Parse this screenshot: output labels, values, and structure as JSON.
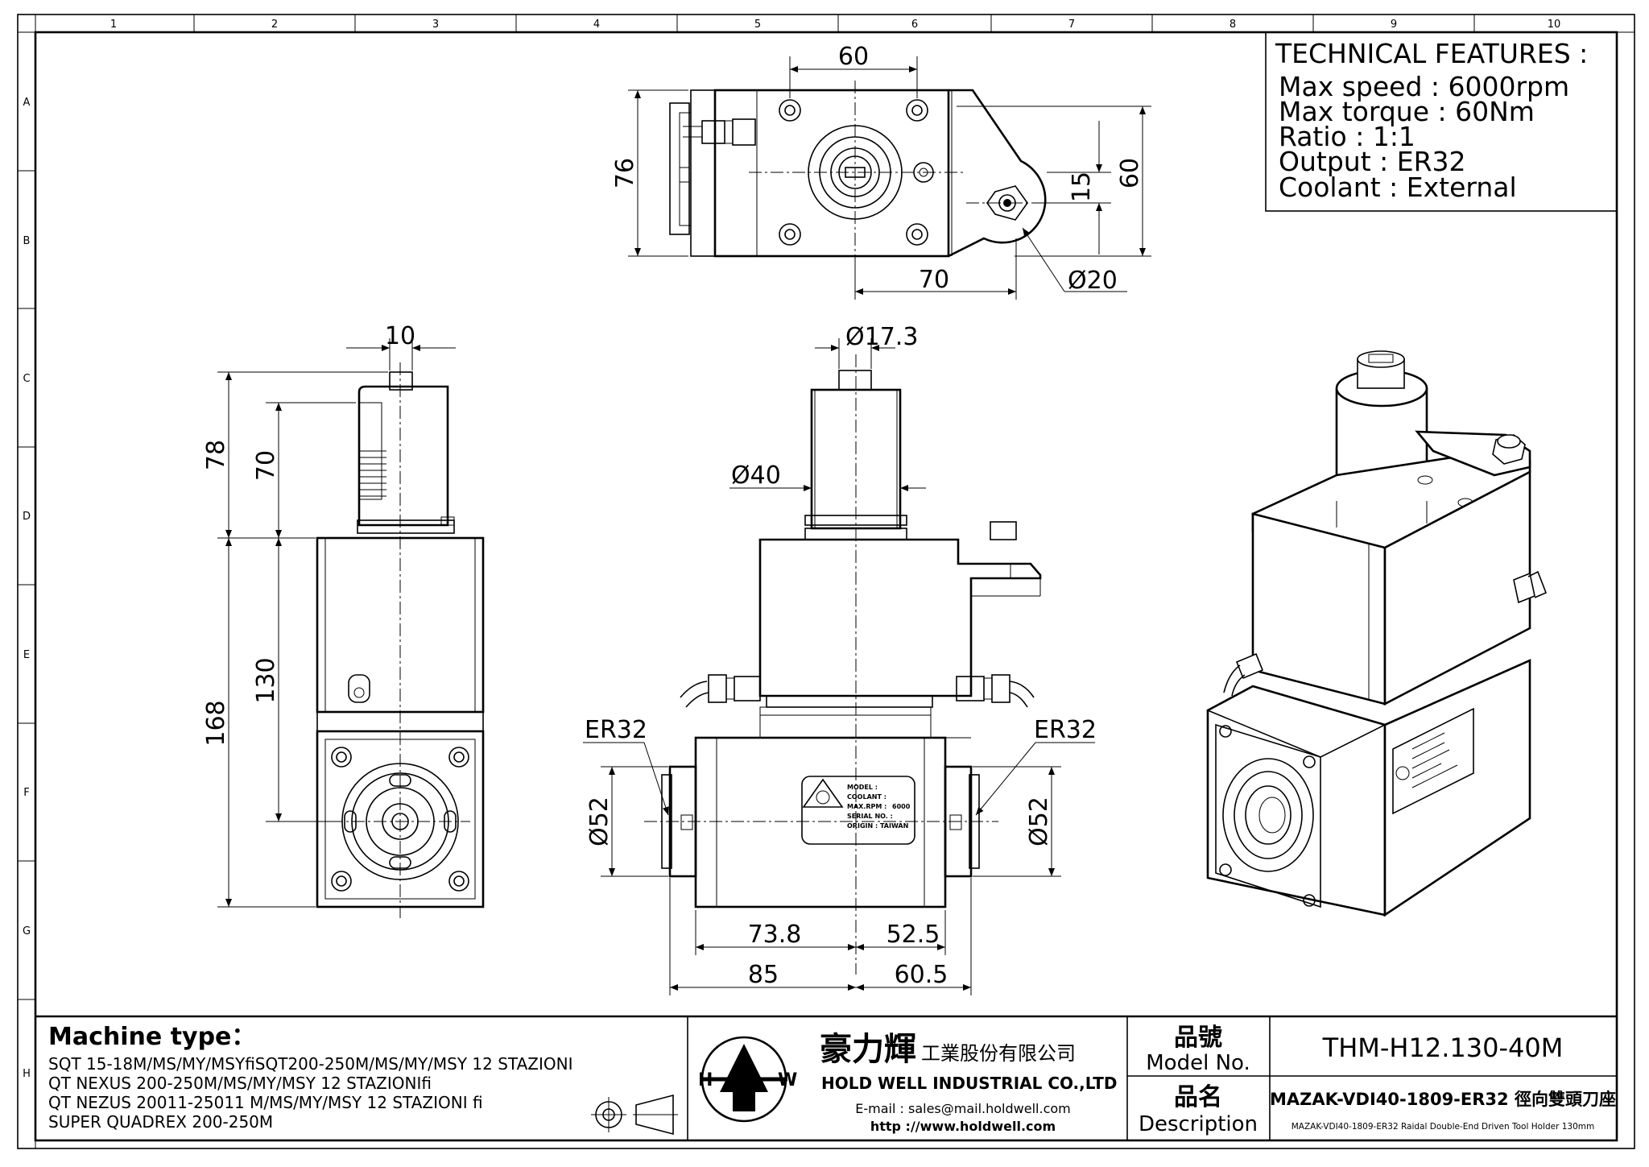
{
  "zones": {
    "columns": [
      "1",
      "2",
      "3",
      "4",
      "5",
      "6",
      "7",
      "8",
      "9",
      "10"
    ],
    "rows": [
      "A",
      "B",
      "C",
      "D",
      "E",
      "F",
      "G",
      "H"
    ]
  },
  "features": {
    "title": "TECHNICAL FEATURES :",
    "lines": [
      "Max speed : 6000rpm",
      "Max torque : 60Nm",
      "Ratio : 1:1",
      "Output : ER32",
      "Coolant : External"
    ]
  },
  "dims": {
    "top_60": "60",
    "top_76": "76",
    "top_15": "15",
    "top_60_right": "60",
    "top_70": "70",
    "top_d20": "Ø20",
    "side_10": "10",
    "side_78": "78",
    "side_70": "70",
    "side_130": "130",
    "side_168": "168",
    "front_d17": "Ø17.3",
    "front_d40": "Ø40",
    "er32_left": "ER32",
    "er32_right": "ER32",
    "front_d52_left": "Ø52",
    "front_d52_right": "Ø52",
    "front_73_8": "73.8",
    "front_52_5": "52.5",
    "front_85": "85",
    "front_60_5": "60.5"
  },
  "nameplate": {
    "rows": [
      "MODEL :",
      "COOLANT :",
      "MAX.RPM :",
      "SERIAL NO. :",
      "ORIGIN : TAIWAN"
    ],
    "value": "6000"
  },
  "machine": {
    "title": "Machine type：",
    "lines": [
      "SQT 15-18M/MS/MY/MSYﬁSQT200-250M/MS/MY/MSY 12 STAZIONI",
      "QT NEXUS 200-250M/MS/MY/MSY 12 STAZIONIﬁ",
      "QT NEZUS 20011-25011 M/MS/MY/MSY 12 STAZIONI ﬁ",
      "SUPER QUADREX 200-250M"
    ]
  },
  "company": {
    "name_cn": "豪力輝",
    "suffix_cn": "工業股份有限公司",
    "name_en": "HOLD WELL INDUSTRIAL CO.,LTD",
    "email": "E-mail : sales@mail.holdwell.com",
    "web": "http ://www.holdwell.com",
    "logo_left": "H",
    "logo_right": "W"
  },
  "title_block": {
    "model_label_cn": "品號",
    "model_label_en": "Model  No.",
    "model_value": "THM-H12.130-40M",
    "desc_label_cn": "品名",
    "desc_label_en": "Description",
    "desc_value": "MAZAK-VDI40-1809-ER32 徑向雙頭刀座",
    "desc_sub": "MAZAK-VDI40-1809-ER32 Raidal Double-End Driven Tool Holder 130mm"
  }
}
